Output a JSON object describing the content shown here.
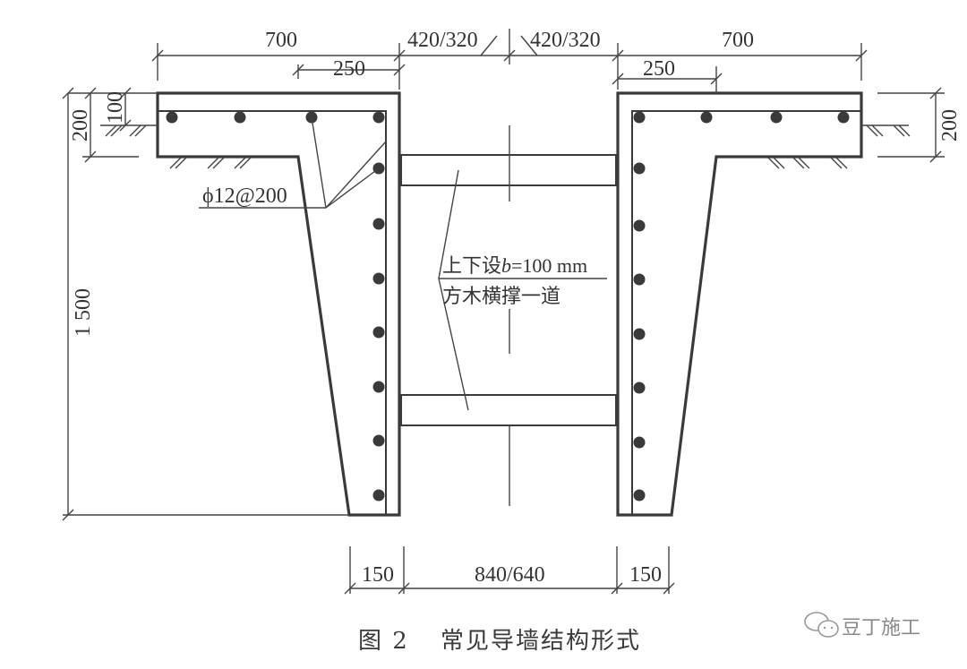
{
  "figure": {
    "caption_number": "图 2",
    "caption_title": "常见导墙结构形式",
    "watermark": "豆丁施工",
    "watermark_icon": "wechat-icon"
  },
  "dimensions": {
    "top_left_700": "700",
    "top_left_250": "250",
    "top_center_left": "420/320",
    "top_center_right": "420/320",
    "top_right_700": "700",
    "top_right_250": "250",
    "left_200": "200",
    "left_100": "100",
    "right_200": "200",
    "height_1500": "1 500",
    "bottom_left_150": "150",
    "bottom_center": "840/640",
    "bottom_right_150": "150"
  },
  "annotations": {
    "rebar_spec": "ϕ12@200",
    "strut_note_line1_a": "上下设",
    "strut_note_line1_b": "b",
    "strut_note_line1_c": "=100 mm",
    "strut_note_line2": "方木横撑一道"
  },
  "colors": {
    "ink": "#3a3a3a",
    "background": "#ffffff",
    "watermark": "#8a8a8a"
  }
}
